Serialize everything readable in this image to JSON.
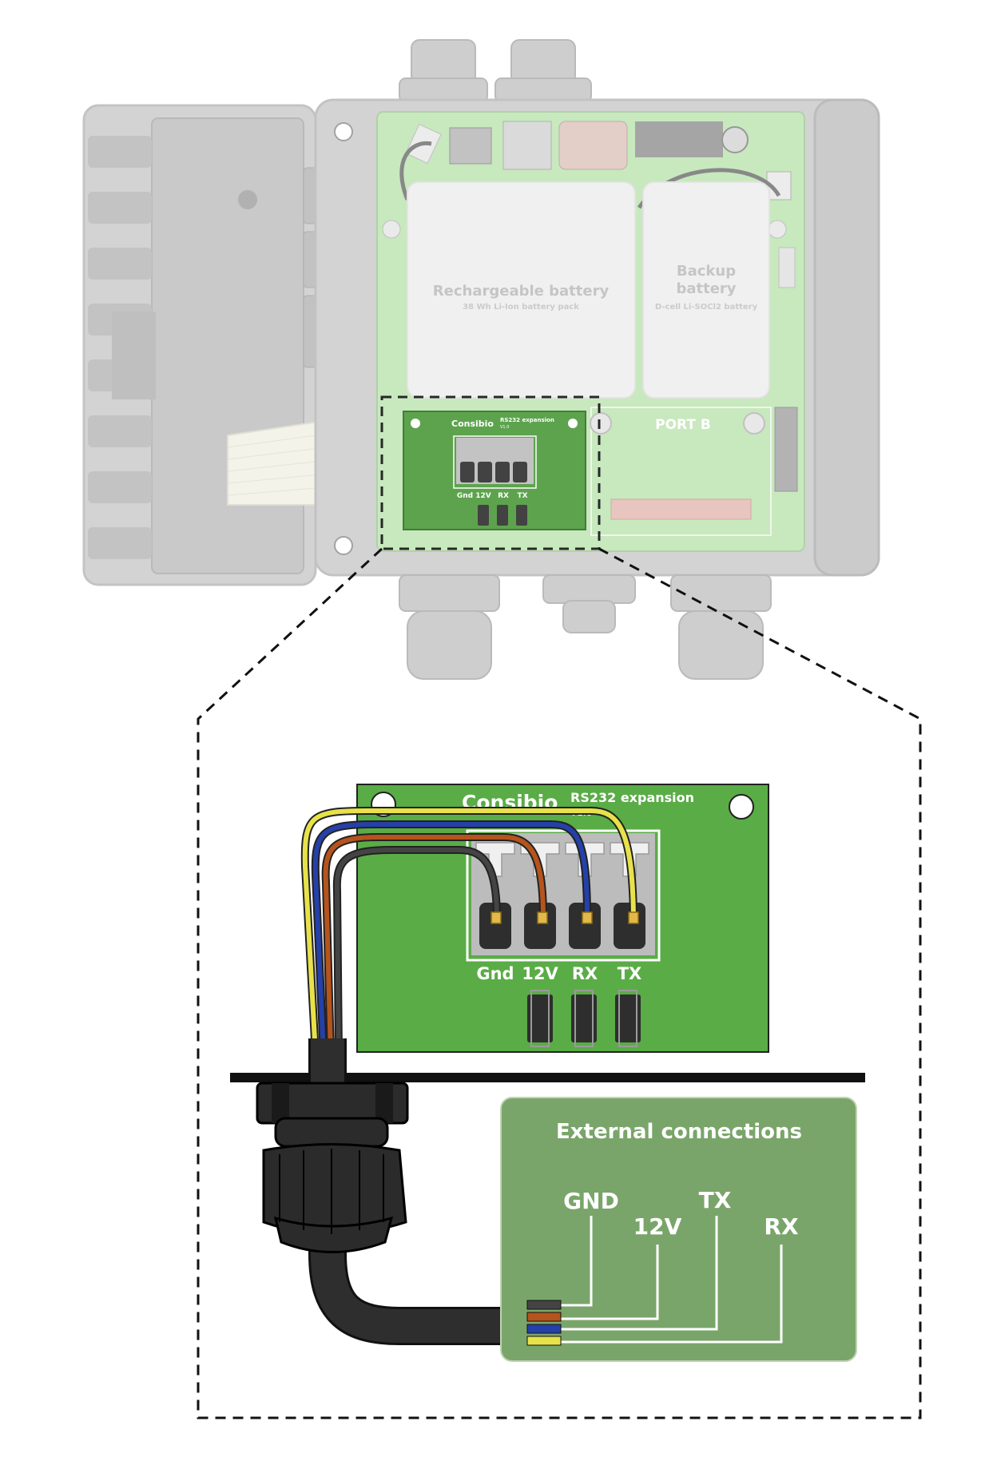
{
  "device": {
    "battery_main_title": "Rechargeable battery",
    "battery_main_sub": "38 Wh Li-Ion battery pack",
    "battery_backup_title_1": "Backup",
    "battery_backup_title_2": "battery",
    "battery_backup_sub": "D-cell Li-SOCl2 battery",
    "port_b_label": "PORT B"
  },
  "board_small": {
    "brand": "Consibio",
    "name": "RS232 expansion",
    "version": "V1.0",
    "pins": [
      "Gnd",
      "12V",
      "RX",
      "TX"
    ]
  },
  "board_large": {
    "brand": "Consibio",
    "name": "RS232 expansion",
    "version": "V1.0",
    "pins": [
      "Gnd",
      "12V",
      "RX",
      "TX"
    ]
  },
  "external": {
    "title": "External connections",
    "labels": {
      "gnd": "GND",
      "v12": "12V",
      "tx": "TX",
      "rx": "RX"
    }
  },
  "colors": {
    "pcb_green": "#5aac46",
    "panel_green": "#7aa56a",
    "wire_black": "#2b2b2b",
    "wire_brown": "#b5541c",
    "wire_blue": "#2540a8",
    "wire_yellow": "#e8e24a"
  }
}
